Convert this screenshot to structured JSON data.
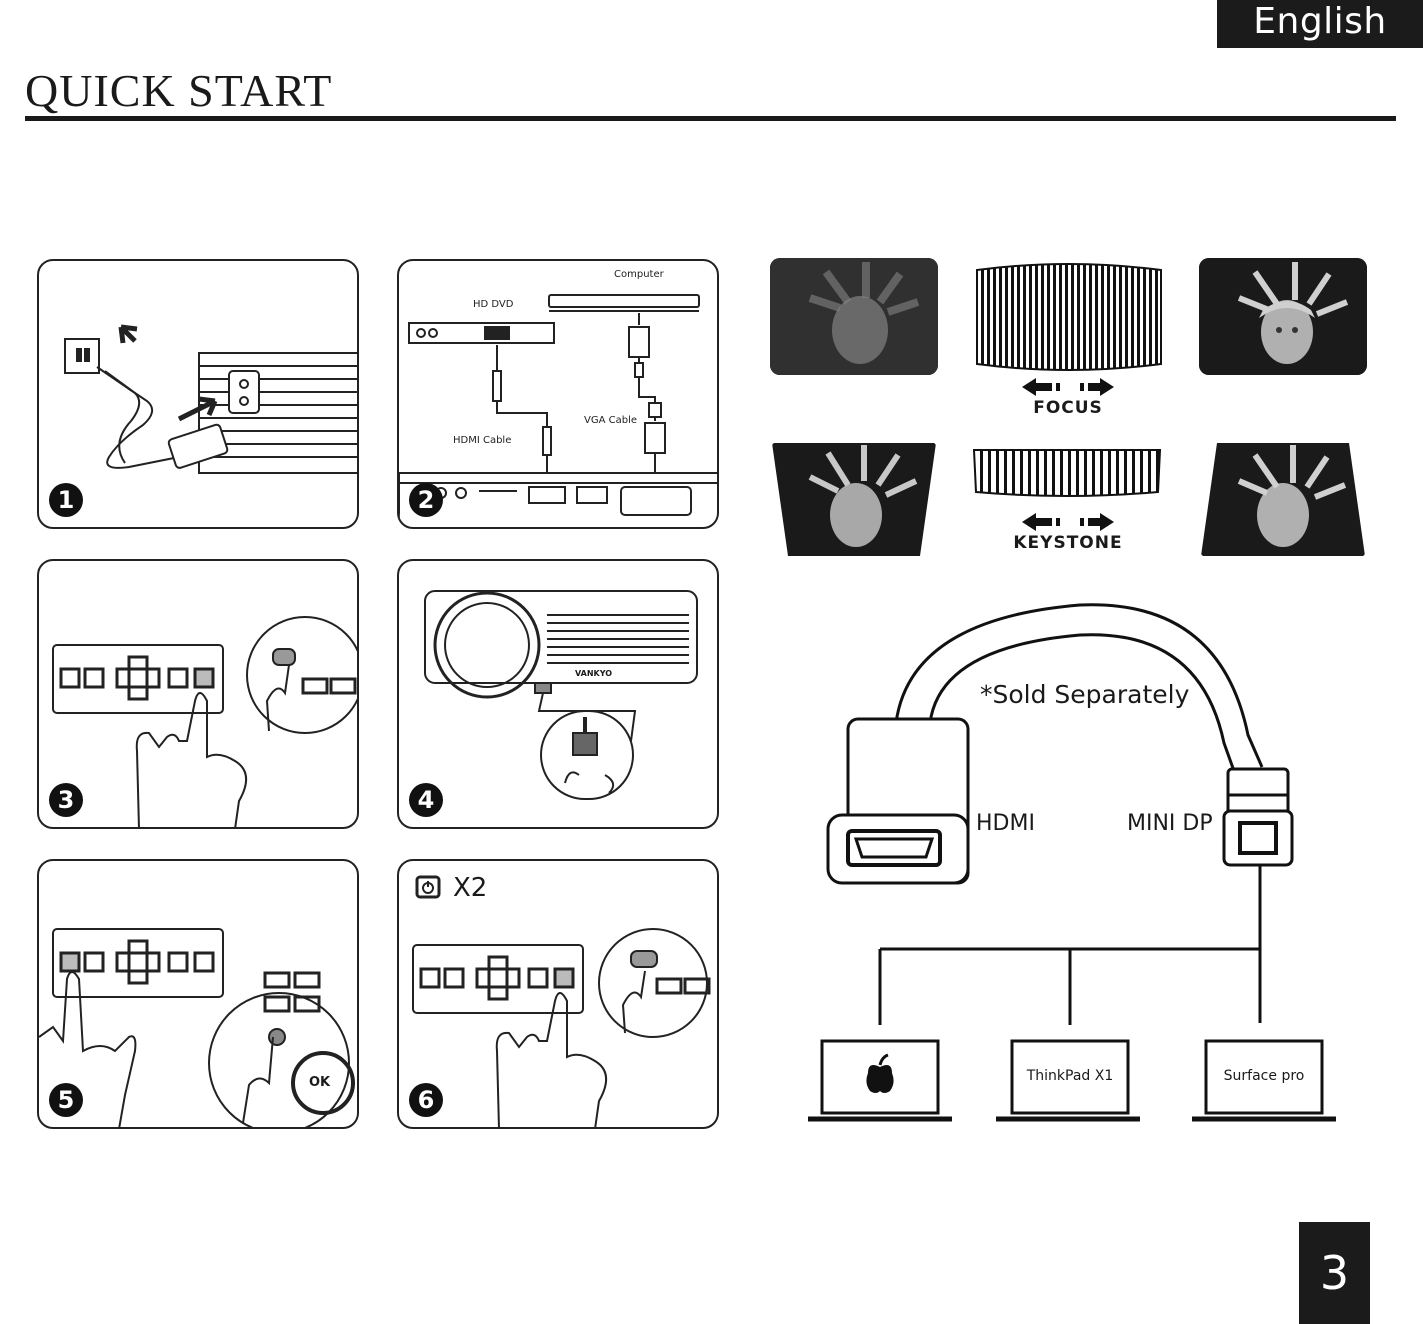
{
  "header": {
    "language": "English",
    "title": "QUICK START"
  },
  "steps": [
    {
      "number": "1"
    },
    {
      "number": "2",
      "labels": {
        "computer": "Computer",
        "hd_dvd": "HD DVD",
        "hdmi_cable": "HDMI Cable",
        "vga_cable": "VGA Cable"
      }
    },
    {
      "number": "3"
    },
    {
      "number": "4",
      "brand": "VANKYO"
    },
    {
      "number": "5",
      "remote_ok": "OK"
    },
    {
      "number": "6",
      "power_repeat": "X2"
    }
  ],
  "remote": {
    "ok_label": "OK"
  },
  "adjustments": {
    "focus": "FOCUS",
    "keystone": "KEYSTONE"
  },
  "adapter": {
    "note": "*Sold Separately",
    "left_port": "HDMI",
    "right_port": "MINI DP"
  },
  "laptops": [
    "",
    "ThinkPad X1",
    "Surface pro"
  ],
  "page": {
    "number": "3"
  }
}
